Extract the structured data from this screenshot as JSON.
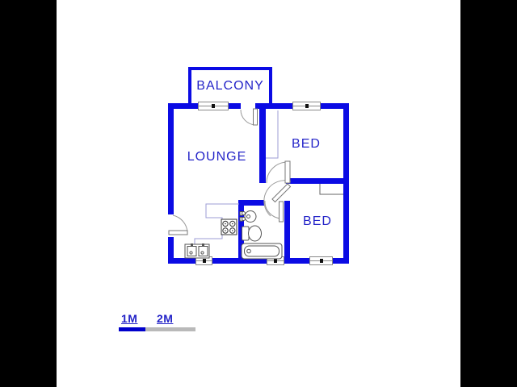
{
  "document": {
    "type": "floor-plan"
  },
  "rooms": [
    {
      "id": "balcony",
      "label": "BALCONY"
    },
    {
      "id": "lounge",
      "label": "LOUNGE"
    },
    {
      "id": "bedroom-1",
      "label": "BED"
    },
    {
      "id": "bedroom-2",
      "label": "BED"
    }
  ],
  "scale_bar": {
    "label_1m": "1M",
    "label_2m": "2M"
  },
  "fixtures": [
    "kitchen-sink",
    "stove",
    "kitchen-counter",
    "wash-basin",
    "toilet",
    "bathtub",
    "built-in-cupboard"
  ],
  "doors": [
    "entrance-door",
    "balcony-door",
    "bedroom-1-door",
    "bedroom-2-door",
    "bathroom-door"
  ],
  "windows": [
    "lounge-window",
    "bedroom-1-window",
    "kitchen-window",
    "bathroom-window",
    "bedroom-2-window"
  ],
  "colors": {
    "wall": "#0b0be4",
    "room_label": "#2424c8",
    "scale_blue": "#0000cc",
    "scale_gray": "#b9b9b9",
    "thin_line": "#9d9dd6",
    "window_frame": "#8a8a8a",
    "door_line": "#9a9a9a",
    "fixture_line": "#555555",
    "letterbox": "#000000",
    "background": "#ffffff"
  }
}
